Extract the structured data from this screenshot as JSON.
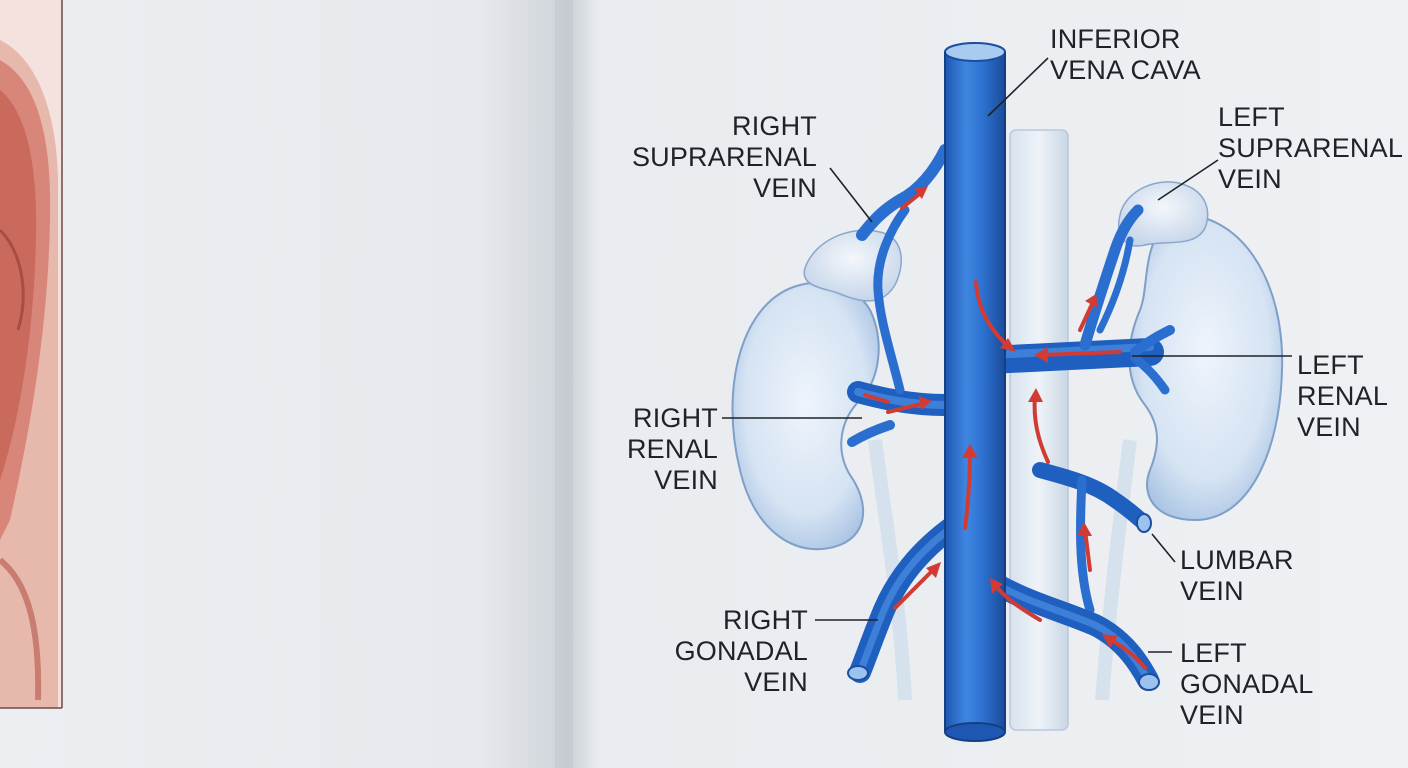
{
  "labels": {
    "ivc": "INFERIOR\nVENA CAVA",
    "right_suprarenal": "RIGHT\nSUPRARENAL\nVEIN",
    "left_suprarenal": "LEFT\nSUPRARENAL\nVEIN",
    "right_renal": "RIGHT\nRENAL\nVEIN",
    "left_renal": "LEFT\nRENAL\nVEIN",
    "lumbar": "LUMBAR\nVEIN",
    "right_gonadal": "RIGHT\nGONADAL\nVEIN",
    "left_gonadal": "LEFT\nGONADAL\nVEIN"
  },
  "colors": {
    "vein": "#2a6fd0",
    "vein_dark": "#1a4e9e",
    "vein_light": "#6ea6ec",
    "kidney": "#d6e4f4",
    "arrow": "#d23b33",
    "page": "#eef0f3",
    "text": "#202227"
  }
}
